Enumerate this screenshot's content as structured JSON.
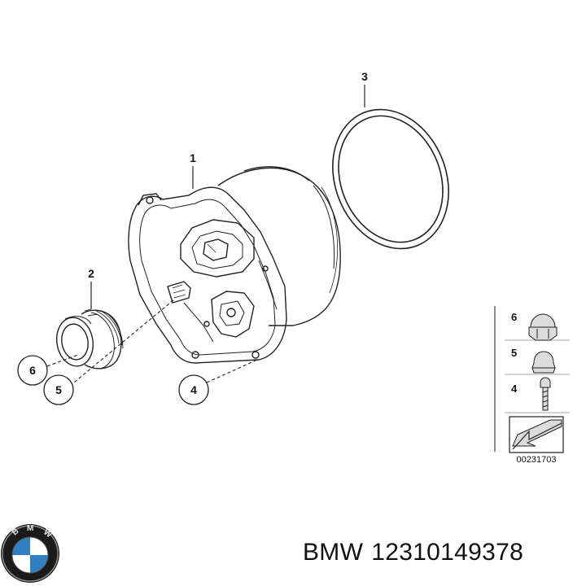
{
  "callouts": [
    {
      "id": "1",
      "part": "alternator-housing"
    },
    {
      "id": "2",
      "part": "pulley"
    },
    {
      "id": "3",
      "part": "seal-ring"
    },
    {
      "id": "4",
      "part": "screw"
    },
    {
      "id": "5",
      "part": "cap"
    },
    {
      "id": "6",
      "part": "cap-nut"
    }
  ],
  "legend": {
    "items": [
      {
        "number": "6",
        "icon": "cap-nut-icon"
      },
      {
        "number": "5",
        "icon": "cap-icon"
      },
      {
        "number": "4",
        "icon": "screw-icon"
      }
    ],
    "diagram_id": "00231703"
  },
  "caption": {
    "brand": "BMW",
    "part_number": "12310149378"
  },
  "colors": {
    "line": "#222222",
    "legend_fill": "#dcdcdc",
    "background": "#ffffff"
  }
}
